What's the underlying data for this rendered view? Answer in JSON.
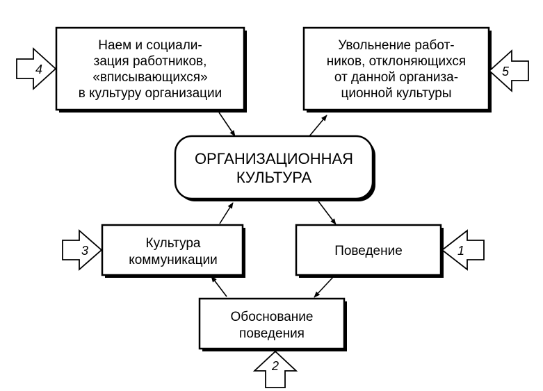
{
  "center": {
    "lines": [
      "ОРГАНИЗАЦИОННАЯ",
      "КУЛЬТУРА"
    ]
  },
  "boxes": {
    "hire": {
      "lines": [
        "Наем и социали-",
        "зация работников,",
        "«вписывающихся»",
        "в культуру организации"
      ]
    },
    "dismiss": {
      "lines": [
        "Увольнение работ-",
        "ников, отклоняющихся",
        "от данной организа-",
        "ционной культуры"
      ]
    },
    "comm": {
      "lines": [
        "Культура",
        "коммуникации"
      ]
    },
    "behavior": {
      "lines": [
        "Поведение"
      ]
    },
    "justification": {
      "lines": [
        "Обоснование",
        "поведения"
      ]
    }
  },
  "inputs": {
    "hire": "4",
    "dismiss": "5",
    "comm": "3",
    "behavior": "1",
    "justification": "2"
  }
}
